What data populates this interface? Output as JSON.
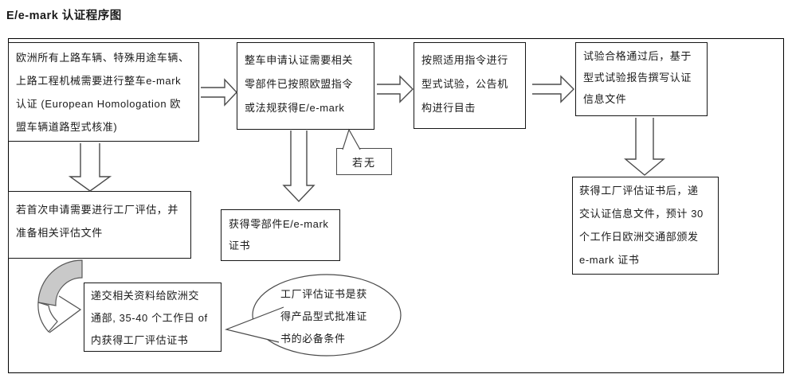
{
  "title": "E/e-mark 认证程序图",
  "colors": {
    "border": "#161616",
    "arrow_line": "#4a4a4a",
    "curved_arrow_fill": "#c9c9c9",
    "background": "#ffffff"
  },
  "nodes": {
    "eu_vehicles": {
      "text": "欧洲所有上路车辆、特殊用途车辆、\n上路工程机械需要进行整车e-mark\n认证 (European Homologation 欧\n盟车辆道路型式核准)"
    },
    "whole_vehicle_application": {
      "text": "整车申请认证需要相关\n零部件已按照欧盟指令\n或法规获得E/e-mark"
    },
    "type_test": {
      "text": "按照适用指令进行\n型式试验，公告机\n构进行目击"
    },
    "test_passed": {
      "text": "试验合格通过后，基于\n型式试验报告撰写认证\n信息文件"
    },
    "emark_certificate": {
      "text": "获得工厂评估证书后，递\n交认证信息文件，预计 30\n个工作日欧洲交通部颁发\ne-mark 证书"
    },
    "factory_assessment": {
      "text": "若首次申请需要进行工厂评估，并\n准备相关评估文件"
    },
    "parts_certificate": {
      "text": "获得零部件E/e-mark\n证书"
    },
    "submit_materials": {
      "text": "递交相关资料给欧洲交\n通部, 35-40 个工作日 of\n内获得工厂评估证书"
    },
    "if_none_callout": {
      "text": "若无"
    },
    "prerequisite_note": {
      "text": "工厂评估证书是获\n得产品型式批准证\n书的必备条件"
    }
  },
  "edges": [
    {
      "from": "eu_vehicles",
      "to": "whole_vehicle_application",
      "style": "hollow-block-arrow-right"
    },
    {
      "from": "whole_vehicle_application",
      "to": "type_test",
      "style": "hollow-block-arrow-right"
    },
    {
      "from": "type_test",
      "to": "test_passed",
      "style": "hollow-block-arrow-right"
    },
    {
      "from": "eu_vehicles",
      "to": "factory_assessment",
      "style": "hollow-block-arrow-down"
    },
    {
      "from": "whole_vehicle_application",
      "to": "parts_certificate",
      "style": "hollow-block-arrow-down",
      "note": "若无"
    },
    {
      "from": "test_passed",
      "to": "emark_certificate",
      "style": "hollow-block-arrow-down"
    },
    {
      "from": "factory_assessment",
      "to": "submit_materials",
      "style": "curved-ribbon-arrow"
    },
    {
      "from": "prerequisite_note",
      "to": "submit_materials",
      "style": "oval-callout-tail"
    }
  ]
}
